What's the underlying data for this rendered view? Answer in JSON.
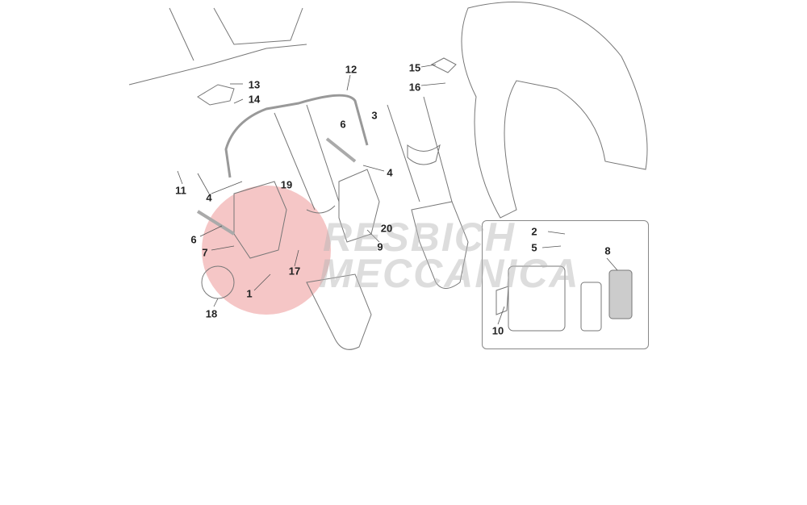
{
  "watermark": {
    "line1": "RESBICH",
    "line2": "MECCANICA",
    "color": "#f2b8b8"
  },
  "callouts": [
    "1",
    "2",
    "3",
    "4",
    "4",
    "5",
    "6",
    "6",
    "7",
    "8",
    "9",
    "10",
    "11",
    "12",
    "13",
    "14",
    "15",
    "16",
    "17",
    "18",
    "19",
    "20"
  ],
  "labels": {
    "n1": "1",
    "n2": "2",
    "n3": "3",
    "n4a": "4",
    "n4b": "4",
    "n5": "5",
    "n6a": "6",
    "n6b": "6",
    "n7": "7",
    "n8": "8",
    "n9": "9",
    "n10": "10",
    "n11": "11",
    "n12": "12",
    "n13": "13",
    "n14": "14",
    "n15": "15",
    "n16": "16",
    "n17": "17",
    "n18": "18",
    "n19": "19",
    "n20": "20"
  }
}
